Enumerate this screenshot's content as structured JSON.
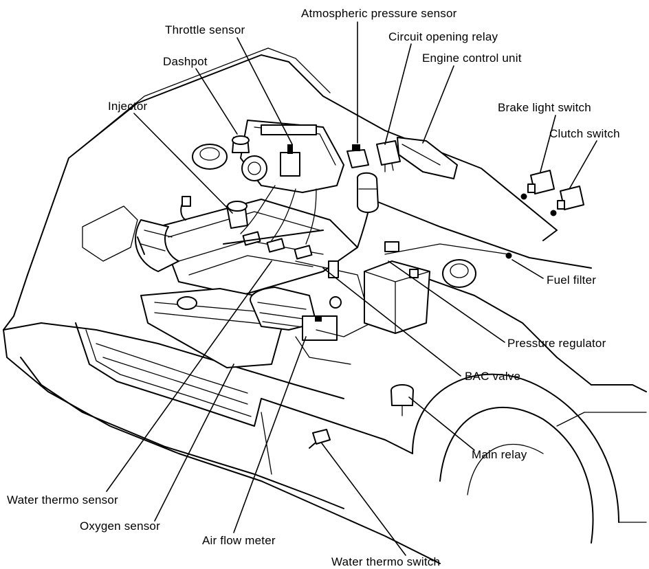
{
  "labels": {
    "atmospheric_pressure_sensor": "Atmospheric pressure sensor",
    "throttle_sensor": "Throttle sensor",
    "circuit_opening_relay": "Circuit opening relay",
    "engine_control_unit": "Engine control unit",
    "dashpot": "Dashpot",
    "injector": "Injector",
    "brake_light_switch": "Brake light switch",
    "clutch_switch": "Clutch switch",
    "fuel_filter": "Fuel filter",
    "pressure_regulator": "Pressure regulator",
    "bac_valve": "BAC valve",
    "main_relay": "Main relay",
    "water_thermo_sensor": "Water thermo sensor",
    "oxygen_sensor": "Oxygen sensor",
    "air_flow_meter": "Air flow meter",
    "water_thermo_switch": "Water thermo switch"
  }
}
